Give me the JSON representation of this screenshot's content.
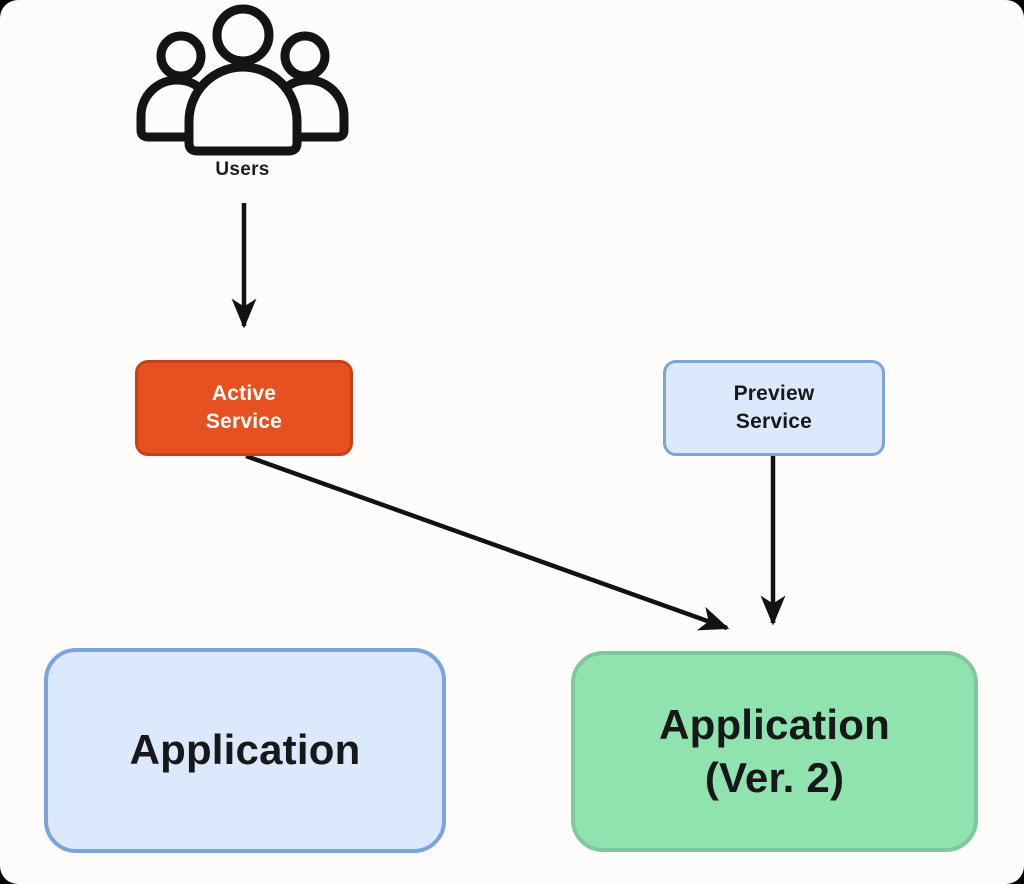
{
  "diagram": {
    "title": "service traffic switch diagram",
    "canvas": {
      "page_background": "#000000",
      "card_background": "#FDFCFB"
    },
    "arrow_color": "#121212",
    "icon_stroke_color": "#141414",
    "nodes": {
      "users": {
        "label": "Users",
        "icon": "users-group-icon",
        "text_color": "#1B1C1E"
      },
      "active_service": {
        "label": "Active\nService",
        "fill": "#E5511F",
        "border": "#C8401A",
        "text_color": "#FFFFFF"
      },
      "preview_service": {
        "label": "Preview\nService",
        "fill": "#DCE8FB",
        "border": "#7BA3DC",
        "text_color": "#17181A"
      },
      "application": {
        "label": "Application",
        "fill": "#DCE8FB",
        "border": "#7BA3DC",
        "text_color": "#17181A"
      },
      "application_v2": {
        "label": "Application\n(Ver. 2)",
        "fill": "#90E2AE",
        "border": "#7DC89C",
        "text_color": "#17181A"
      }
    },
    "edges": [
      {
        "from": "users",
        "to": "active_service"
      },
      {
        "from": "active_service",
        "to": "application_v2"
      },
      {
        "from": "preview_service",
        "to": "application_v2"
      }
    ]
  }
}
